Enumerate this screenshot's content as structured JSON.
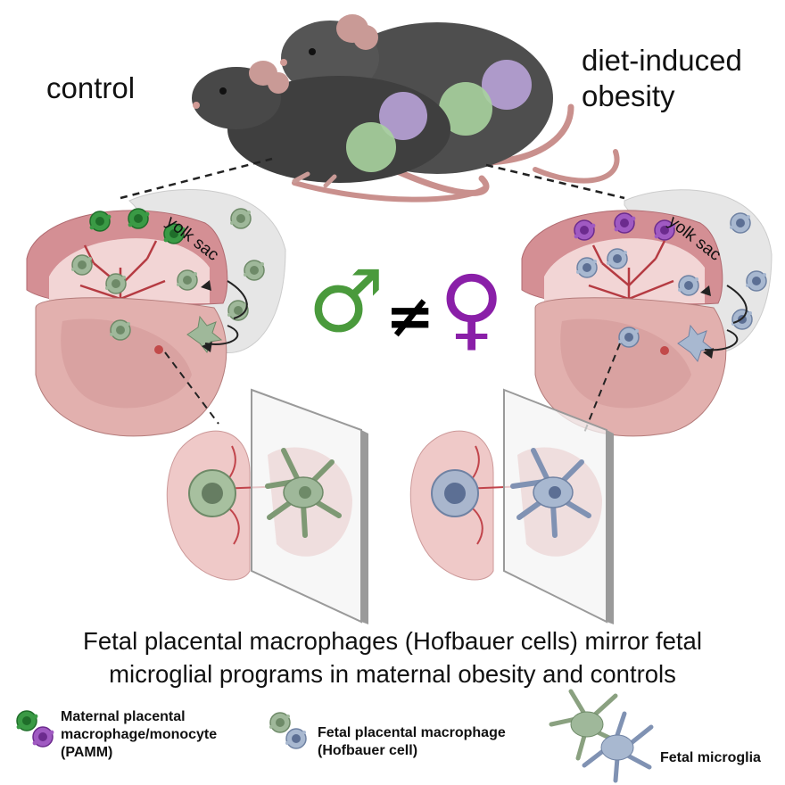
{
  "labels": {
    "control": "control",
    "dio_line1": "diet-induced",
    "dio_line2": "obesity",
    "yolk_sac": "yolk sac"
  },
  "symbols": {
    "male": "♂",
    "not_equal": "≠",
    "female": "♀"
  },
  "caption": {
    "line1": "Fetal placental macrophages (Hofbauer cells) mirror fetal",
    "line2": "microglial programs in maternal obesity and controls"
  },
  "legend": {
    "pamm_line1": "Maternal placental",
    "pamm_line2": "macrophage/monocyte",
    "pamm_line3": "(PAMM)",
    "hbc_line1": "Fetal placental macrophage",
    "hbc_line2": "(Hofbauer cell)",
    "microglia": "Fetal microglia"
  },
  "colors": {
    "male_green": "#4a9a3c",
    "female_purple": "#8a1fa8",
    "control_cell": "#9fb89a",
    "obesity_cell": "#9fb0c8",
    "pamm_green": "#2e8b3a",
    "pamm_purple": "#9a4dbb",
    "mouse": "#4a4a4a",
    "placenta": "#d99a9e"
  },
  "icons": [
    "mouse-icon",
    "embryo-icon",
    "placenta-icon",
    "male-symbol-icon",
    "female-symbol-icon",
    "macrophage-icon",
    "microglia-icon",
    "glass-slide-icon"
  ]
}
